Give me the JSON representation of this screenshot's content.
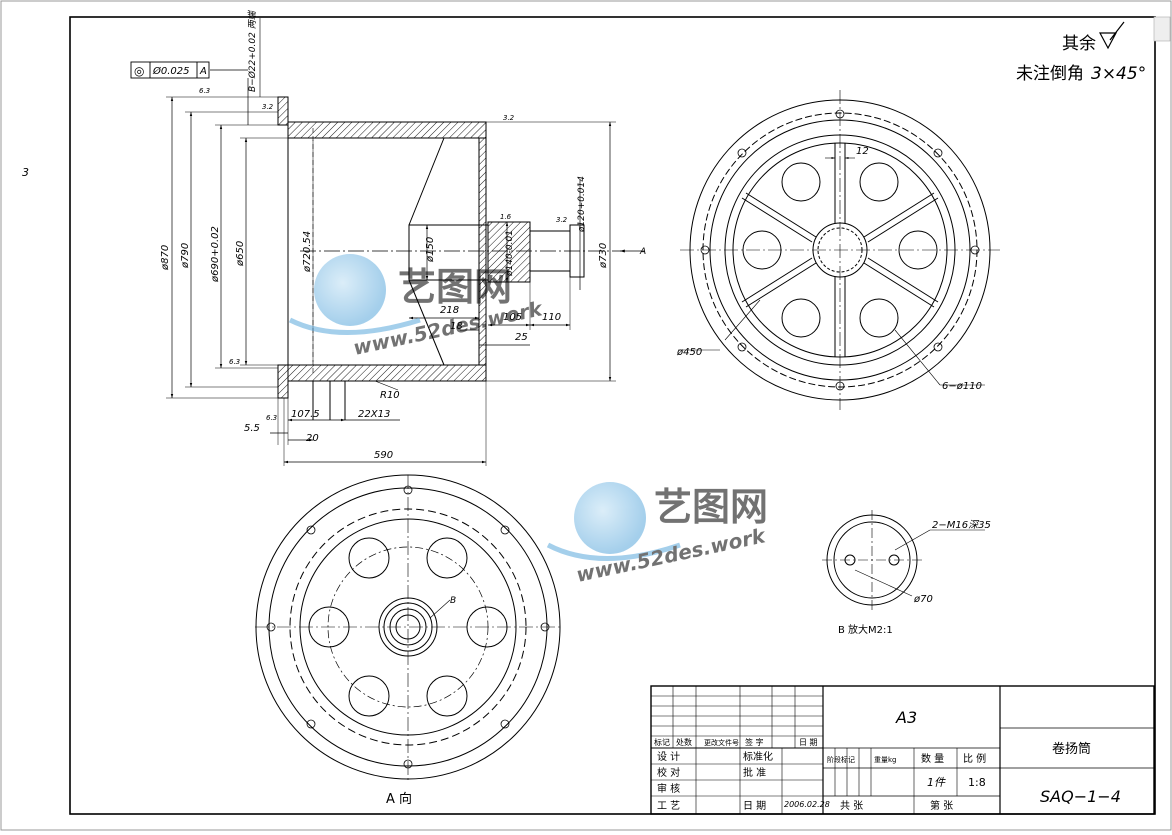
{
  "sheet": {
    "margin_mark": "3",
    "surface_note_prefix": "其余",
    "chamfer_note_prefix": "未注倒角",
    "chamfer_value": "3×45°",
    "view_a_arrow": "A",
    "view_a_caption": "A 向",
    "detail_b_marker": "B",
    "detail_b_caption": "B 放大M2:1"
  },
  "tolerance_frame": {
    "symbol": "◎",
    "value": "Ø0.025",
    "datum": "A",
    "datum_note": "B−Ø22+0.02 两端"
  },
  "dimensions": {
    "d870": "ø870",
    "d790": "ø790",
    "d690": "ø690+0.02",
    "d650": "ø650",
    "d720": "ø720.54",
    "d150": "ø150",
    "d140": "ø140-0.01",
    "d120": "ø120+0.014",
    "d730": "ø730",
    "l218": "218",
    "l18": "18",
    "l105": "105",
    "l110": "110",
    "l25": "25",
    "r10": "R10",
    "l107": "107.5",
    "grooves": "22X13",
    "l5_5": "5.5",
    "l20": "20",
    "l590": "590",
    "w12": "12",
    "d450": "ø450",
    "holes": "6−ø110",
    "tapped": "2−M16深35",
    "d70": "ø70",
    "roughness": [
      "6.3",
      "3.2",
      "3.2",
      "1.6",
      "3.2",
      "6.3",
      "6.3"
    ]
  },
  "watermark": {
    "brand": "艺图网",
    "url": "www.52des.work"
  },
  "title_block": {
    "revision_headers": [
      "标记",
      "处数",
      "更改文件号",
      "签 字",
      "日 期"
    ],
    "sign_rows": [
      {
        "role": "设 计",
        "col2": "标准化"
      },
      {
        "role": "校 对",
        "col2": "批 准"
      },
      {
        "role": "审 核",
        "col2": ""
      },
      {
        "role": "工 艺",
        "col2": "日 期"
      }
    ],
    "date": "2006.02.28",
    "paper_size": "A3",
    "stage_label": "阶段标记",
    "weight_label": "重量kg",
    "qty_label": "数 量",
    "scale_label": "比 例",
    "qty": "1件",
    "scale": "1:8",
    "sheets_total": "共 张",
    "sheet_no": "第 张",
    "part_name": "卷扬筒",
    "drawing_no": "SAQ−1−4"
  }
}
